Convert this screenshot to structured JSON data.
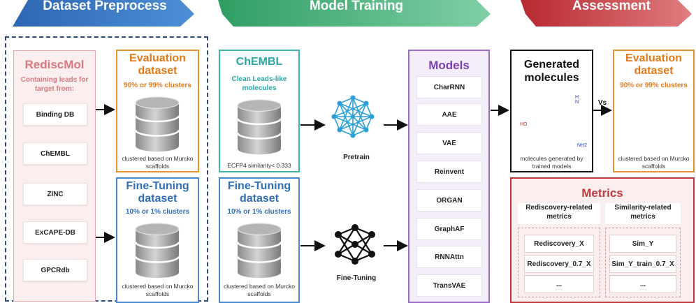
{
  "headers": {
    "preprocess": "Dataset Preprocess",
    "training": "Model Training",
    "assessment": "Assessment"
  },
  "rediscmol": {
    "title": "RediscMol",
    "subtitle": "Containing leads for target from:",
    "sources": [
      "Binding DB",
      "ChEMBL",
      "ZINC",
      "ExCAPE-DB",
      "GPCRdb"
    ]
  },
  "eval_dataset": {
    "title": "Evaluation dataset",
    "clusters": "90% or 99% clusters",
    "caption": "clustered based on Murcko scaffolds"
  },
  "finetune_dataset": {
    "title": "Fine-Tuning dataset",
    "clusters": "10% or 1% clusters",
    "caption": "clustered based on Murcko scaffolds"
  },
  "chembl": {
    "title": "ChEMBL",
    "subtitle": "Clean Leads-like molecules",
    "caption": "ECFP4 similarity< 0.333"
  },
  "finetune_dataset_2": {
    "title": "Fine-Tuning dataset",
    "clusters": "10% or 1% clusters",
    "caption": "clustered based on Murcko scaffolds"
  },
  "stages": {
    "pretrain": "Pretrain",
    "finetune": "Fine-Tuning"
  },
  "models": {
    "title": "Models",
    "items": [
      "CharRNN",
      "AAE",
      "VAE",
      "Reinvent",
      "ORGAN",
      "GraphAF",
      "RNNAttn",
      "TransVAE"
    ]
  },
  "generated": {
    "title": "Generated molecules",
    "caption": "molecules generated by trained models",
    "atom_labels": [
      "HO",
      "N",
      "H",
      "NH2"
    ]
  },
  "vs_label": "Vs",
  "eval_dataset_2": {
    "title": "Evaluation dataset",
    "clusters": "90% or 99% clusters",
    "caption": "clustered based on Murcko scaffolds"
  },
  "metrics": {
    "title": "Metrics",
    "rediscovery_header": "Rediscovery-related metrics",
    "similarity_header": "Similarity-related metrics",
    "rediscovery_items": [
      "Rediscovery_X",
      "Rediscovery_0.7_X",
      "..."
    ],
    "similarity_items": [
      "Sim_Y",
      "Sim_Y_train_0.7_X",
      "..."
    ]
  },
  "colors": {
    "blue": "#2f6fb6",
    "green": "#33a97a",
    "red": "#c0393d",
    "orange": "#e07b1a",
    "teal": "#2aa7a6",
    "purple": "#7a3fb0",
    "pink_bg": "#fbeeee"
  }
}
